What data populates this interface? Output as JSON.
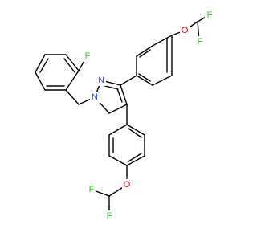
{
  "molecule": {
    "colors": {
      "bond": "#000000",
      "F": "#33cc33",
      "O": "#ff0000",
      "N": "#3050f8"
    },
    "atoms": {
      "F_top1": {
        "label": "F",
        "color": "F"
      },
      "F_top2": {
        "label": "F",
        "color": "F"
      },
      "O_top": {
        "label": "O",
        "color": "O"
      },
      "F_benzyl": {
        "label": "F",
        "color": "F"
      },
      "N2": {
        "label": "N",
        "color": "N"
      },
      "N1": {
        "label": "N",
        "color": "N"
      },
      "O_bot": {
        "label": "O",
        "color": "O"
      },
      "F_bot1": {
        "label": "F",
        "color": "F"
      },
      "F_bot2": {
        "label": "F",
        "color": "F"
      }
    }
  }
}
